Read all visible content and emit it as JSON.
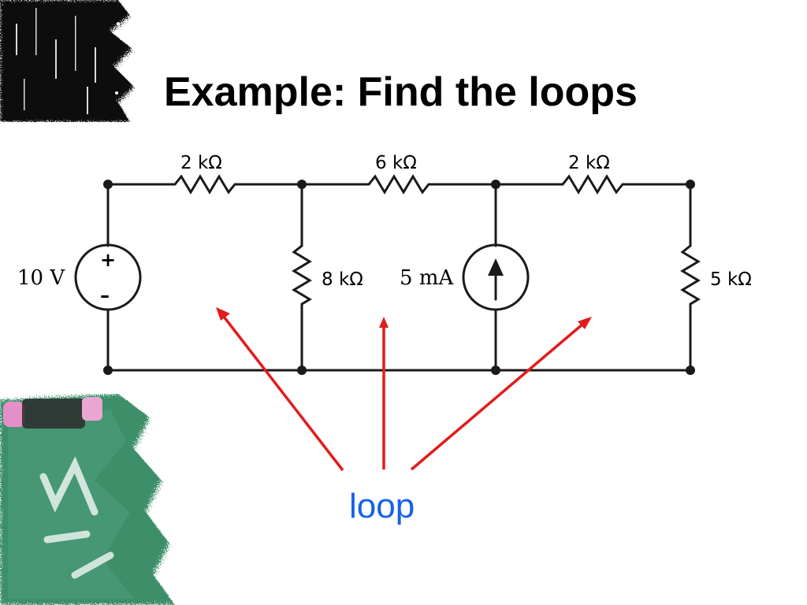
{
  "slide": {
    "title": "Example: Find the loops",
    "annotation": "loop"
  },
  "circuit": {
    "source_voltage": "10 V",
    "source_plus": "+",
    "source_minus": "–",
    "current_source": "5 mA",
    "resistors": {
      "top_left": "2 kΩ",
      "top_middle": "6 kΩ",
      "top_right": "2 kΩ",
      "middle_vertical": "8 kΩ",
      "right_vertical": "5 kΩ"
    }
  },
  "colors": {
    "arrow": "#e11c1c",
    "annotation": "#1463e8",
    "wire": "#1a1a1a",
    "chalkboard": "#3e8f6b"
  }
}
